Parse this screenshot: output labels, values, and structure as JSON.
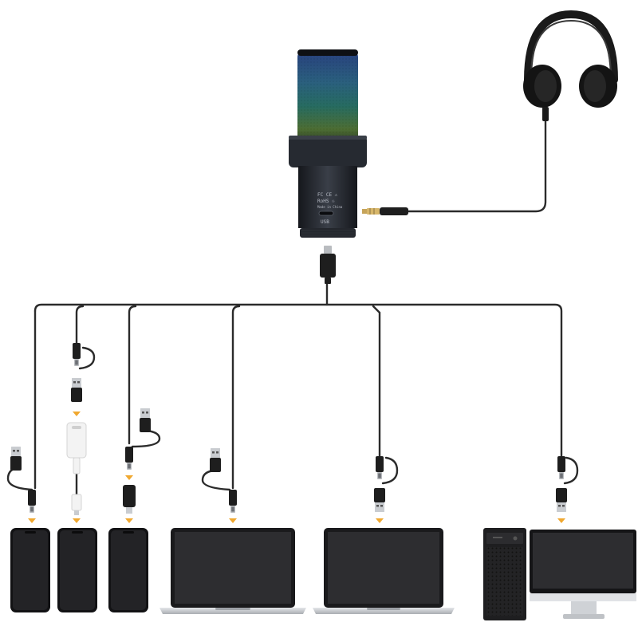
{
  "microphone": {
    "certifications": "FC CE ⚠",
    "compliance": "RoHS ♲",
    "origin": "Made in China",
    "port_label": "USB"
  },
  "colors": {
    "cable": "#2b2b2b",
    "arrow": "#f0a830",
    "device_body": "#1c1c1e",
    "screen": "#2a2a2c",
    "laptop_body": "#d6d8db",
    "mic_body": "#1d2026",
    "rgb_top": "#5fb8ff",
    "rgb_mid": "#46d9c9",
    "rgb_bottom": "#9be05a"
  },
  "connections": [
    {
      "device": "phone-1",
      "adapter": "usb-a-to-usb-c"
    },
    {
      "device": "phone-2",
      "adapter": "usb-c-to-lightning"
    },
    {
      "device": "phone-3",
      "adapter": "usb-c-to-lightning"
    },
    {
      "device": "laptop-1",
      "adapter": "usb-a-to-usb-c"
    },
    {
      "device": "laptop-2",
      "adapter": "usb-c-to-usb-a"
    },
    {
      "device": "desktop-computer",
      "adapter": "usb-c-to-usb-a"
    }
  ],
  "icons": [
    "microphone",
    "headphones",
    "aux-3.5mm-plug",
    "usb-c-plug",
    "usb-a-plug",
    "lightning-plug",
    "arrow-down",
    "smartphone",
    "laptop",
    "pc-tower",
    "monitor"
  ]
}
